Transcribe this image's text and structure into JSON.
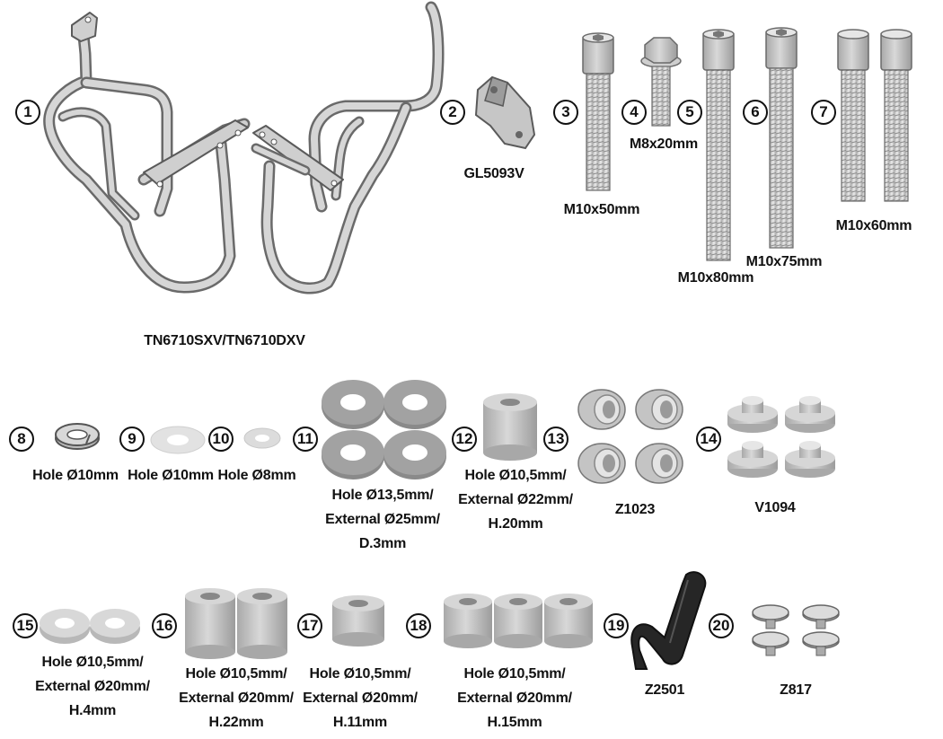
{
  "colors": {
    "metal": "#c9c9c9",
    "metal_dark": "#9a9a9a",
    "outline": "#5a5a5a",
    "rubber": "#222222",
    "text": "#111111"
  },
  "parts": [
    {
      "id": "p1",
      "number": "1",
      "lines": [
        "TN6710SXV/TN6710DXV"
      ],
      "icon": "crash-bar-pair-icon"
    },
    {
      "id": "p2",
      "number": "2",
      "lines": [
        "GL5093V"
      ],
      "icon": "bracket-icon"
    },
    {
      "id": "p3",
      "number": "3",
      "lines": [
        "M10x50mm"
      ],
      "icon": "socket-bolt-icon"
    },
    {
      "id": "p4",
      "number": "4",
      "lines": [
        "M8x20mm"
      ],
      "icon": "hex-flange-bolt-icon"
    },
    {
      "id": "p5",
      "number": "5",
      "lines": [
        "M10x80mm"
      ],
      "icon": "socket-bolt-icon"
    },
    {
      "id": "p6",
      "number": "6",
      "lines": [
        "M10x75mm"
      ],
      "icon": "socket-bolt-icon"
    },
    {
      "id": "p7",
      "number": "7",
      "lines": [
        "M10x60mm"
      ],
      "icon": "socket-bolt-pair-icon"
    },
    {
      "id": "p8",
      "number": "8",
      "lines": [
        "Hole Ø10mm"
      ],
      "icon": "split-lock-washer-icon"
    },
    {
      "id": "p9",
      "number": "9",
      "lines": [
        "Hole Ø10mm"
      ],
      "icon": "flat-washer-icon"
    },
    {
      "id": "p10",
      "number": "10",
      "lines": [
        "Hole Ø8mm"
      ],
      "icon": "flat-washer-icon"
    },
    {
      "id": "p11",
      "number": "11",
      "lines": [
        "Hole Ø13,5mm/",
        "External Ø25mm/",
        "D.3mm"
      ],
      "icon": "rubber-washer-set-icon"
    },
    {
      "id": "p12",
      "number": "12",
      "lines": [
        "Hole Ø10,5mm/",
        "External Ø22mm/",
        "H.20mm"
      ],
      "icon": "spacer-icon"
    },
    {
      "id": "p13",
      "number": "13",
      "lines": [
        "Z1023"
      ],
      "icon": "rubber-grommet-set-icon"
    },
    {
      "id": "p14",
      "number": "14",
      "lines": [
        "V1094"
      ],
      "icon": "stepped-bushing-set-icon"
    },
    {
      "id": "p15",
      "number": "15",
      "lines": [
        "Hole Ø10,5mm/",
        "External Ø20mm/",
        "H.4mm"
      ],
      "icon": "washer-pair-icon"
    },
    {
      "id": "p16",
      "number": "16",
      "lines": [
        "Hole Ø10,5mm/",
        "External Ø20mm/",
        "H.22mm"
      ],
      "icon": "spacer-pair-icon"
    },
    {
      "id": "p17",
      "number": "17",
      "lines": [
        "Hole Ø10,5mm/",
        "External Ø20mm/",
        "H.11mm"
      ],
      "icon": "spacer-icon"
    },
    {
      "id": "p18",
      "number": "18",
      "lines": [
        "Hole Ø10,5mm/",
        "External Ø20mm/",
        "H.15mm"
      ],
      "icon": "spacer-triple-icon"
    },
    {
      "id": "p19",
      "number": "19",
      "lines": [
        "Z2501"
      ],
      "icon": "edge-trim-icon"
    },
    {
      "id": "p20",
      "number": "20",
      "lines": [
        "Z817"
      ],
      "icon": "push-rivet-set-icon"
    }
  ]
}
